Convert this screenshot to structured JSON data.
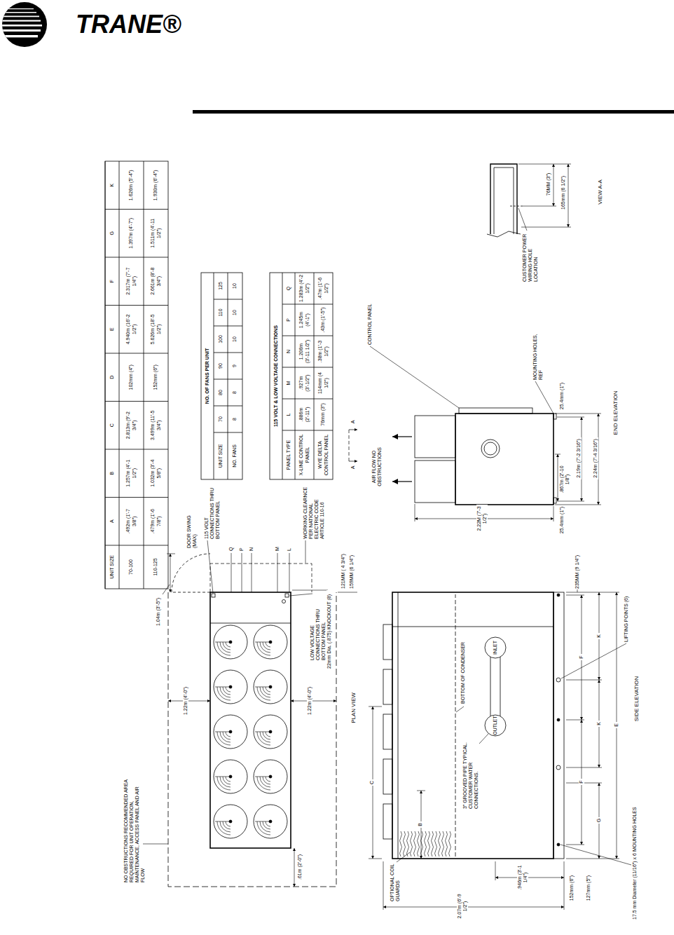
{
  "diagram": {
    "labels": [
      "TRANE®",
      "UNIT SIZE",
      "A",
      "B",
      "C",
      "D",
      "E",
      "F",
      "G",
      "K",
      "70-100",
      ".492m (1'-7 3/8\")",
      "1.257m (4'-1 1/2\")",
      "2.813m (9'-2 3/4\")",
      "102mm (4\")",
      "4.940m (16'-2 1/2\")",
      "2.317m (7'-7 1/4\")",
      "1.397m (4'-7\")",
      "1.626m (5'-4\")",
      "110-125",
      ".479m (1'-6 7/8\")",
      "1.032m (3'-4 5/8\")",
      "3.499m (11'-5 3/4\")",
      "152mm (6\")",
      "5.626m (18'-5 1/2\")",
      "2.661m (8'-8 3/4\")",
      "1.511m (4'-11 1/2\")",
      "1.930m (6'-4\")",
      "NO. OF FANS PER UNIT",
      "UNIT SIZE",
      "70",
      "80",
      "90",
      "100",
      "110",
      "125",
      "NO. FANS",
      "8",
      "8",
      "9",
      "10",
      "10",
      "10",
      "115 VOLT & LOW VOLTAGE CONNECTIONS",
      "PANEL TYPE",
      "L",
      "M",
      "N",
      "P",
      "Q",
      "X-LINE CONTROL PANEL",
      ".886m (2'-11\")",
      ".927m (3'-1/2\")",
      "1.206m (3'-11 1/2\")",
      "1.245m (4'-1\")",
      "1.283m (4'-2 1/2\")",
      "WYE DELTA CONTROL PANEL",
      "76mm (3\")",
      "114mm (4 1/2\")",
      ".38m (1'-3 1/2\")",
      ".43m (1'-5\")",
      ".47m (1'-6 1/2\")",
      "NO OBSTRUCTIONS RECOMMENDED AREA REQUIRED FOR UNIT OPERATION, MAINTENANCE, ACCESS PANEL AND AIR FLOW",
      "1.22m (4'-0\")",
      "1.22m (4'-0\")",
      ".61m (2'-0\")",
      "1.04m (3'-5\")",
      "DOOR SWING (MAX)",
      "115 VOLT CONNECTIONS THRU BOTTOM PANEL",
      "Q",
      "P",
      "N",
      "M",
      "L",
      "WORKING CLEARNCE PER NATIONAL ELECTRIC CODE ARTICLE 110-16",
      "LOW VOLTAGE CONNECTIONS THRU BOTTOM PANEL",
      "22mm Dia. (.875) KNOCKOUT (8)",
      "121MM ( 4 3/4\")",
      "159MM (6 1/4\")",
      "PLAN VIEW",
      "C",
      "B",
      "OPTIONAL COIL GUARDS",
      "2.07m (6'-9 1/2\")",
      ".946m (3'-1 1/4\")",
      "BOTTOM OF CONDENSER",
      "3\" GROOVED PIPE TYPICAL. CUSTOMER WATER CONNECTIONS.",
      "OUTLET",
      "INLET",
      "235MM (9 1/4\")",
      "F",
      "F",
      "G",
      "K",
      "K",
      "E",
      "152mm (6\")",
      "127mm (5\")",
      "LIFTING POINTS (6)",
      "17.5 mm Diameter (11/16\") x 6 MOUNTING HOLES",
      "SIDE ELEVATION",
      "A",
      "A",
      "AIR FLOW NO OBSTRUCTIONS",
      "CONTROL PANEL",
      "MOUNTING HOLES, REF",
      "2.22M (7'-3 1/2\")",
      "25.4mm (1\")",
      ".867m (2'-10 1/8\")",
      "25.4mm (1\")",
      "2.19m (7'-2 3/16\")",
      "2.24m (7'-4 3/16\")",
      "END ELEVATION",
      "CUSTOMER POWER WIRING HOLE LOCATION",
      "76MM (3\")",
      "165mm (6 1/2\")",
      "VIEW A-A"
    ]
  }
}
